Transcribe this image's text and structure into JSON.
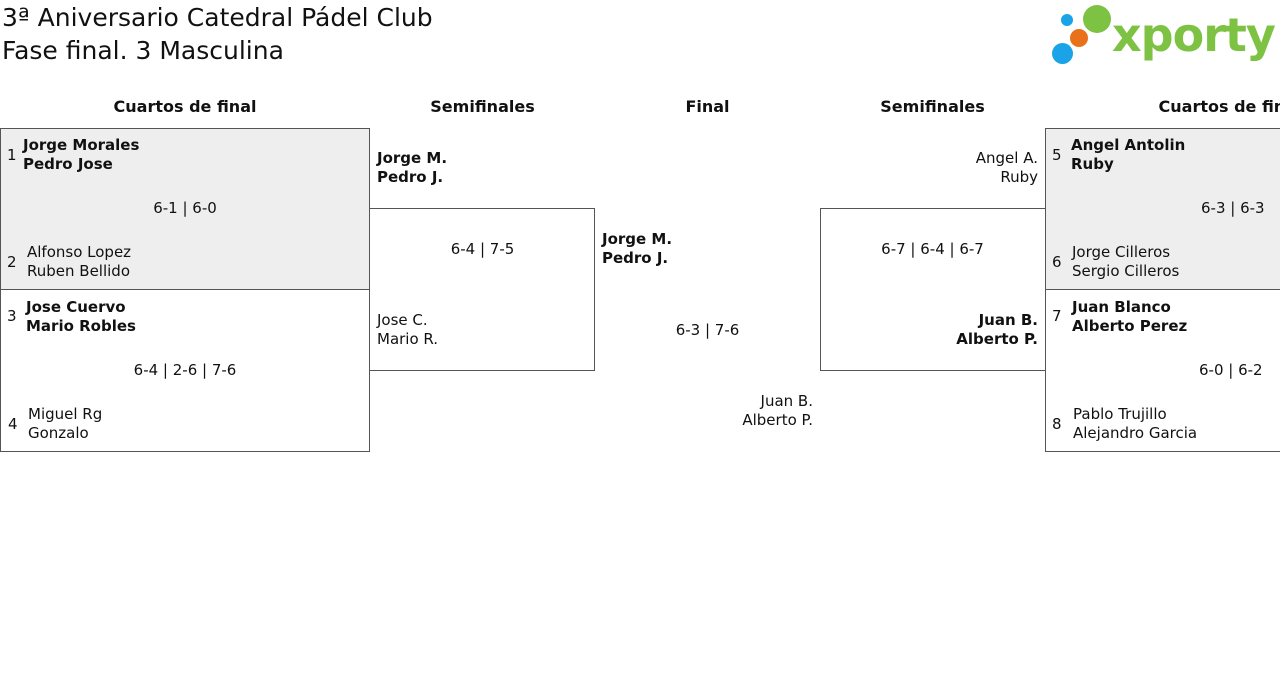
{
  "header": {
    "title_line1": "3ª Aniversario Catedral Pádel Club",
    "title_line2": "Fase final. 3 Masculina",
    "logo_text": "xporty",
    "logo_color": "#7dc243",
    "logo_dot_colors": [
      "#1aa3e6",
      "#7dc243",
      "#e8711a",
      "#1aa3e6"
    ]
  },
  "rounds": {
    "left_quarters": "Cuartos de final",
    "left_semis": "Semifinales",
    "final": "Final",
    "right_semis": "Semifinales",
    "right_quarters": "Cuartos de final"
  },
  "left_quarters": [
    {
      "top_seed": "1",
      "top_p1": "Jorge Morales",
      "top_p2": "Pedro Jose",
      "score": "6-1 | 6-0",
      "bottom_seed": "2",
      "bottom_p1": "Alfonso Lopez",
      "bottom_p2": "Ruben Bellido"
    },
    {
      "top_seed": "3",
      "top_p1": "Jose Cuervo",
      "top_p2": "Mario Robles",
      "score": "6-4 | 2-6 | 7-6",
      "bottom_seed": "4",
      "bottom_p1": "Miguel Rg",
      "bottom_p2": "Gonzalo"
    }
  ],
  "right_quarters": [
    {
      "top_seed": "5",
      "top_p1": "Angel Antolin",
      "top_p2": "Ruby",
      "score": "6-3 | 6-3",
      "bottom_seed": "6",
      "bottom_p1": "Jorge Cilleros",
      "bottom_p2": "Sergio Cilleros"
    },
    {
      "top_seed": "7",
      "top_p1": "Juan Blanco",
      "top_p2": "Alberto Perez",
      "score": "6-0 | 6-2",
      "bottom_seed": "8",
      "bottom_p1": "Pablo Trujillo",
      "bottom_p2": "Alejandro Garcia"
    }
  ],
  "left_semi": {
    "top_p1": "Jorge M.",
    "top_p2": "Pedro J.",
    "score": "6-4 | 7-5",
    "bottom_p1": "Jose C.",
    "bottom_p2": "Mario R."
  },
  "right_semi": {
    "top_p1": "Angel A.",
    "top_p2": "Ruby",
    "score": "6-7 | 6-4 | 6-7",
    "bottom_p1": "Juan B.",
    "bottom_p2": "Alberto P."
  },
  "final": {
    "left_p1": "Jorge M.",
    "left_p2": "Pedro J.",
    "score": "6-3 | 7-6",
    "right_p1": "Juan B.",
    "right_p2": "Alberto P."
  }
}
